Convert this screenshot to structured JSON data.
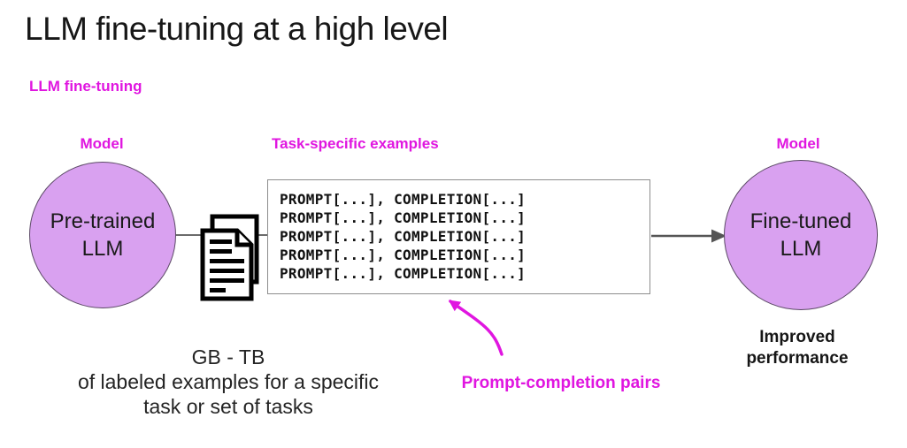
{
  "title": "LLM fine-tuning at a high level",
  "topic_label": "LLM fine-tuning",
  "colors": {
    "accent_magenta": "#e016e0",
    "circle_fill": "#d9a1f0",
    "box_border": "#8d8d8d",
    "connector_gray": "#5f5f5f",
    "text_dark": "#171717"
  },
  "left_model": {
    "label": "Model",
    "name_line1": "Pre-trained",
    "name_line2": "LLM"
  },
  "dataset": {
    "label": "Task-specific examples",
    "icon": "stacked-documents-icon",
    "example_lines": [
      "PROMPT[...], COMPLETION[...]",
      "PROMPT[...], COMPLETION[...]",
      "PROMPT[...], COMPLETION[...]",
      "PROMPT[...], COMPLETION[...]",
      "PROMPT[...], COMPLETION[...]"
    ],
    "size_note_line1": "GB - TB",
    "size_note_line2": "of labeled examples for a specific",
    "size_note_line3": "task or set of tasks",
    "pairs_label": "Prompt-completion pairs"
  },
  "right_model": {
    "label": "Model",
    "name_line1": "Fine-tuned",
    "name_line2": "LLM",
    "result_line1": "Improved",
    "result_line2": "performance"
  }
}
